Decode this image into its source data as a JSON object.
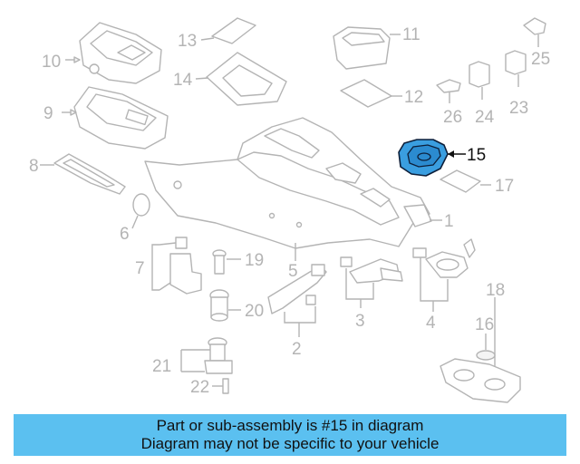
{
  "callouts": {
    "c1": "1",
    "c2": "2",
    "c3": "3",
    "c4": "4",
    "c5": "5",
    "c6": "6",
    "c7": "7",
    "c8": "8",
    "c9": "9",
    "c10": "10",
    "c11": "11",
    "c12": "12",
    "c13": "13",
    "c14": "14",
    "c15": "15",
    "c16": "16",
    "c17": "17",
    "c18": "18",
    "c19": "19",
    "c20": "20",
    "c21": "21",
    "c22": "22",
    "c23": "23",
    "c24": "24",
    "c25": "25",
    "c26": "26"
  },
  "highlight": {
    "part": "15",
    "color": "#3a9ee0"
  },
  "banner": {
    "line1": "Part or sub-assembly is #15 in diagram",
    "line2": "Diagram may not be specific to your vehicle",
    "color": "#5bc0f0"
  }
}
